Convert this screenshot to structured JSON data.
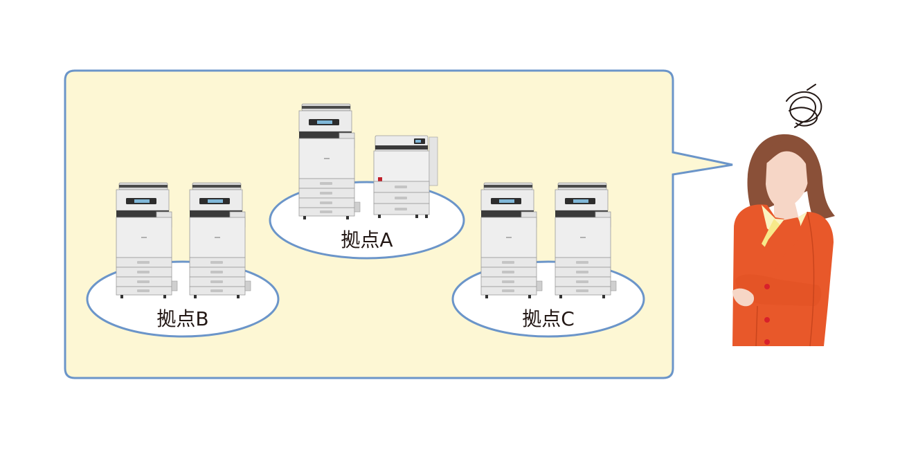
{
  "sites": [
    {
      "id": "A",
      "label": "拠点A",
      "devices": [
        "mfp",
        "printer"
      ]
    },
    {
      "id": "B",
      "label": "拠点B",
      "devices": [
        "mfp",
        "mfp"
      ]
    },
    {
      "id": "C",
      "label": "拠点C",
      "devices": [
        "mfp",
        "mfp"
      ]
    }
  ],
  "colors": {
    "bubble_fill": "#fdf7d4",
    "bubble_stroke": "#6b95c9",
    "ellipse_stroke": "#6b95c9",
    "device_body": "#e6e6e6",
    "device_dark": "#3a3a3a",
    "jacket": "#e8582a",
    "hair": "#8a5038",
    "skin": "#f6d6c6",
    "blouse": "#f7e98a",
    "button": "#d8202a"
  },
  "icons": {
    "confused": "scribble-confusion-icon",
    "person": "woman-thinking-figure"
  }
}
